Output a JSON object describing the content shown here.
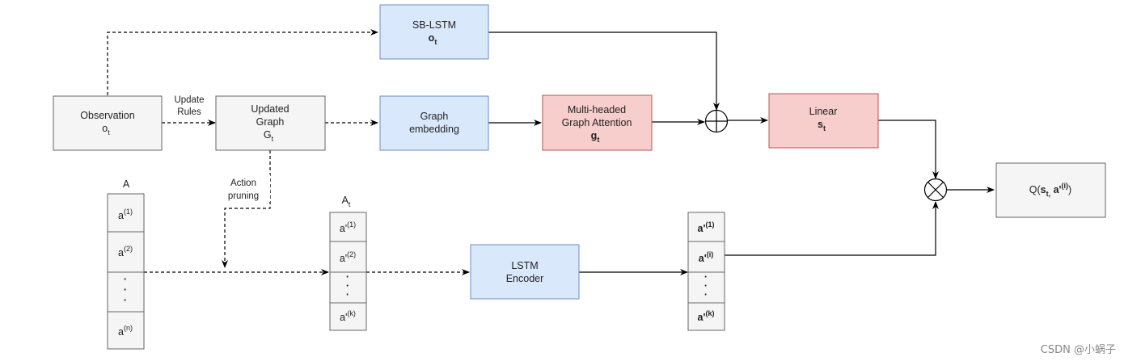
{
  "nodes": {
    "observation": {
      "line1": "Observation",
      "sym": "o",
      "sub": "t"
    },
    "updated_graph": {
      "line1": "Updated",
      "line2": "Graph",
      "sym": "G",
      "sub": "t"
    },
    "sb_lstm": {
      "line1": "SB-LSTM",
      "sym": "o",
      "sub": "t"
    },
    "graph_embedding": {
      "line1": "Graph",
      "line2": "embedding"
    },
    "attention": {
      "line1": "Multi-headed",
      "line2": "Graph Attention",
      "sym": "g",
      "sub": "t"
    },
    "linear": {
      "line1": "Linear",
      "sym": "s",
      "sub": "t"
    },
    "q_output": {
      "pre": "Q(",
      "s": "s",
      "s_sub": "t,",
      "a": " a'",
      "a_sup": "(i)",
      "post": ")"
    },
    "lstm_encoder": {
      "line1": "LSTM",
      "line2": "Encoder"
    }
  },
  "edge_labels": {
    "update_rules": {
      "line1": "Update",
      "line2": "Rules"
    },
    "action_pruning": {
      "line1": "Action",
      "line2": "pruning"
    }
  },
  "lists": {
    "A": {
      "title": "A",
      "cells": [
        {
          "base": "a",
          "sup": "(1)"
        },
        {
          "base": "a",
          "sup": "(2)"
        },
        {
          "base": "·",
          "sup": ""
        },
        {
          "base": "a",
          "sup": "(n)"
        }
      ]
    },
    "At": {
      "title": "A",
      "title_sub": "t",
      "cells": [
        {
          "base": "a'",
          "sup": "(1)"
        },
        {
          "base": "a'",
          "sup": "(2)"
        },
        {
          "base": "·",
          "sup": ""
        },
        {
          "base": "a'",
          "sup": "(k)"
        }
      ]
    },
    "encoded": {
      "cells": [
        {
          "base": "a'",
          "sup": "(1)"
        },
        {
          "base": "a'",
          "sup": "(i)"
        },
        {
          "base": "·",
          "sup": ""
        },
        {
          "base": "a'",
          "sup": "(k)"
        }
      ]
    }
  },
  "operators": {
    "sum": "⊕",
    "product": "⊗"
  },
  "watermark": "CSDN @小蜗子",
  "colors": {
    "gray_fill": "#f5f5f5",
    "gray_stroke": "#666666",
    "blue_fill": "#dae8fc",
    "blue_stroke": "#6c8ebf",
    "red_fill": "#f8cecc",
    "red_stroke": "#b85450",
    "line": "#000000"
  }
}
